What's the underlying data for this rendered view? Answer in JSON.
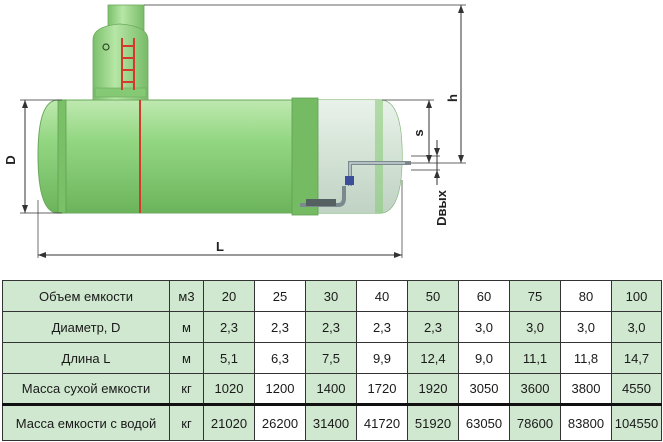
{
  "dimensions": {
    "L": "L",
    "D": "D",
    "h": "h",
    "s": "s",
    "d_out": "Dвых"
  },
  "table": {
    "rows": [
      {
        "label": "Объем емкости",
        "unit": "м3",
        "values": [
          "20",
          "25",
          "30",
          "40",
          "50",
          "60",
          "75",
          "80",
          "100"
        ]
      },
      {
        "label": "Диаметр, D",
        "unit": "м",
        "values": [
          "2,3",
          "2,3",
          "2,3",
          "2,3",
          "2,3",
          "3,0",
          "3,0",
          "3,0",
          "3,0"
        ]
      },
      {
        "label": "Длина L",
        "unit": "м",
        "values": [
          "5,1",
          "6,3",
          "7,5",
          "9,9",
          "12,4",
          "9,0",
          "11,1",
          "11,8",
          "14,7"
        ]
      },
      {
        "label": "Масса сухой емкости",
        "unit": "кг",
        "values": [
          "1020",
          "1200",
          "1400",
          "1720",
          "1920",
          "3050",
          "3600",
          "3800",
          "4550"
        ]
      },
      {
        "label": "Масса емкости с водой",
        "unit": "кг",
        "values": [
          "21020",
          "26200",
          "31400",
          "41720",
          "51920",
          "63050",
          "78600",
          "83800",
          "104550"
        ]
      }
    ]
  },
  "colors": {
    "tank_body": "#8fd27f",
    "tank_band": "#6fb95e",
    "cell_green": "#cfe8cf",
    "ladder_red": "#d23a2a"
  }
}
